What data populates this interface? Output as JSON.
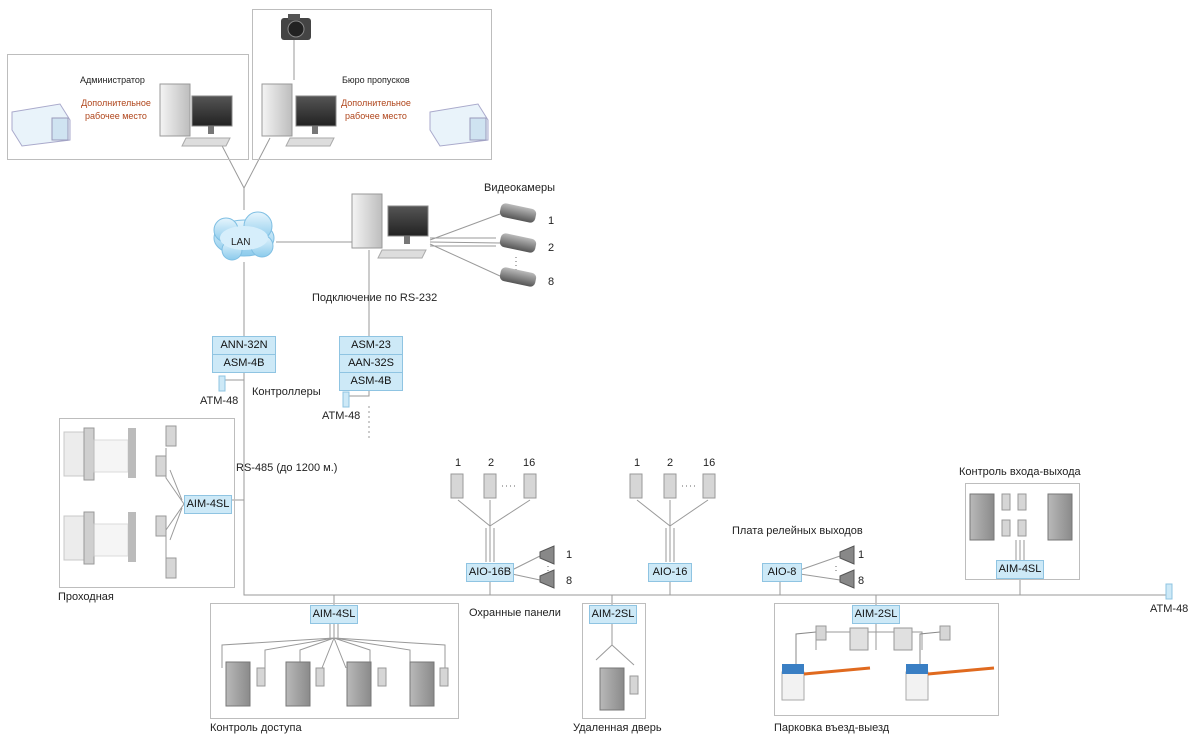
{
  "workstations": {
    "admin_label": "Администратор",
    "admin_extra": "Дополнительное рабочее место",
    "badge_label": "Бюро пропусков",
    "badge_extra": "Дополнительное рабочее место"
  },
  "network": {
    "lan_label": "LAN",
    "rs232_label": "Подключение по RS-232",
    "rs485_label": "RS-485 (до 1200 м.)"
  },
  "cameras": {
    "title": "Видеокамеры",
    "numbers": [
      "1",
      "2",
      "8"
    ]
  },
  "controllers": {
    "title": "Контроллеры",
    "left_stack": [
      "ANN-32N",
      "ASM-4B"
    ],
    "right_stack": [
      "ASM-23",
      "AAN-32S",
      "ASM-4B"
    ],
    "atm_left": "ATM-48",
    "atm_right": "ATM-48"
  },
  "zones": {
    "entrance": {
      "title": "Проходная",
      "module": "AIM-4SL"
    },
    "access": {
      "title": "Контроль доступа",
      "module": "AIM-4SL"
    },
    "remote_door": {
      "title": "Удаленная дверь",
      "module": "AIM-2SL"
    },
    "parking": {
      "title": "Парковка въезд-выезд",
      "module": "AIM-2SL"
    },
    "entry_exit": {
      "title": "Контроль входа-выхода",
      "module": "AIM-4SL"
    }
  },
  "security": {
    "title": "Охранные панели",
    "aio16b": "AIO-16B",
    "aio16": "AIO-16",
    "sensor_numbers": [
      "1",
      "2",
      "16"
    ],
    "siren_numbers": [
      "1",
      "8"
    ]
  },
  "relay": {
    "title": "Плата релейных выходов",
    "module": "AIO-8",
    "numbers": [
      "1",
      "8"
    ]
  },
  "bus_end": {
    "atm": "ATM-48"
  }
}
